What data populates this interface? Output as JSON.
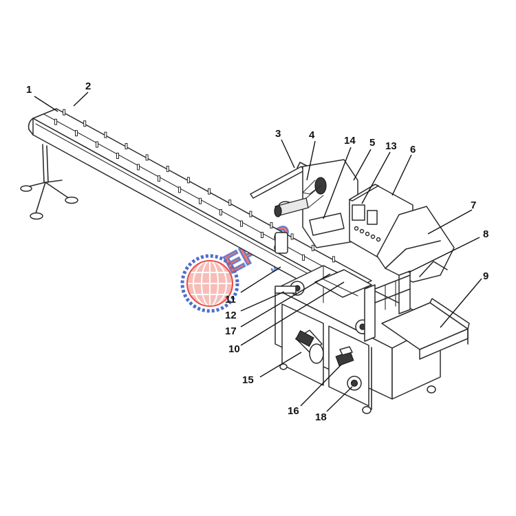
{
  "diagram": {
    "callouts": [
      {
        "id": "1",
        "label": "1"
      },
      {
        "id": "2",
        "label": "2"
      },
      {
        "id": "3",
        "label": "3"
      },
      {
        "id": "4",
        "label": "4"
      },
      {
        "id": "14",
        "label": "14"
      },
      {
        "id": "5",
        "label": "5"
      },
      {
        "id": "13",
        "label": "13"
      },
      {
        "id": "6",
        "label": "6"
      },
      {
        "id": "7",
        "label": "7"
      },
      {
        "id": "8",
        "label": "8"
      },
      {
        "id": "9",
        "label": "9"
      },
      {
        "id": "11",
        "label": "11"
      },
      {
        "id": "12",
        "label": "12"
      },
      {
        "id": "17",
        "label": "17"
      },
      {
        "id": "10",
        "label": "10"
      },
      {
        "id": "15",
        "label": "15"
      },
      {
        "id": "16",
        "label": "16"
      },
      {
        "id": "18",
        "label": "18"
      }
    ],
    "logo": {
      "brand": "EFOR",
      "sub": "MAKİNA",
      "colors": {
        "red": "#e8392f",
        "blue": "#3a5fc8",
        "grid": "#f4a6a0"
      }
    }
  }
}
